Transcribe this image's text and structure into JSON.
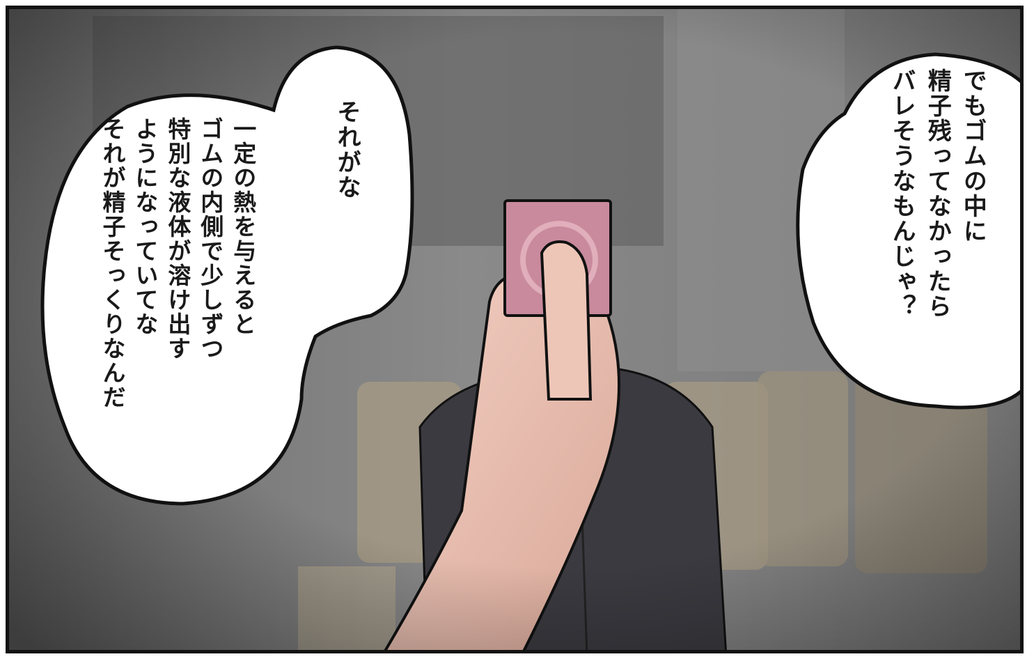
{
  "bubbles": {
    "left": {
      "lead": "それがな",
      "lines": [
        "一定の熱を与えると",
        "ゴムの内側で少しずつ",
        "特別な液体が溶け出す",
        "ようになっていてな",
        "それが精子そっくりなんだ"
      ]
    },
    "right": {
      "lines": [
        "でもゴムの中に",
        "精子残ってなかったら",
        "バレそうなもんじゃ？"
      ]
    }
  },
  "colors": {
    "border": "#111111",
    "background_wall": "#7a7a7a",
    "suit": "#3b3a40",
    "skin": "#ecc1b2",
    "packet": "#c88a9c"
  }
}
